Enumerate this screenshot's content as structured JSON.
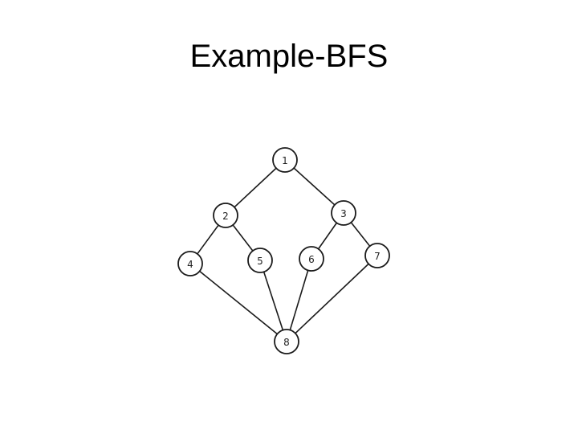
{
  "slide": {
    "title": "Example-BFS"
  },
  "graph": {
    "nodes": [
      {
        "id": "1",
        "label": "1"
      },
      {
        "id": "2",
        "label": "2"
      },
      {
        "id": "3",
        "label": "3"
      },
      {
        "id": "4",
        "label": "4"
      },
      {
        "id": "5",
        "label": "5"
      },
      {
        "id": "6",
        "label": "6"
      },
      {
        "id": "7",
        "label": "7"
      },
      {
        "id": "8",
        "label": "8"
      }
    ],
    "edges": [
      [
        "1",
        "2"
      ],
      [
        "1",
        "3"
      ],
      [
        "2",
        "4"
      ],
      [
        "2",
        "5"
      ],
      [
        "3",
        "6"
      ],
      [
        "3",
        "7"
      ],
      [
        "4",
        "8"
      ],
      [
        "5",
        "8"
      ],
      [
        "6",
        "8"
      ],
      [
        "7",
        "8"
      ]
    ],
    "colors": {
      "stroke": "#1a1a1a",
      "fill": "#ffffff",
      "text": "#222222"
    }
  }
}
